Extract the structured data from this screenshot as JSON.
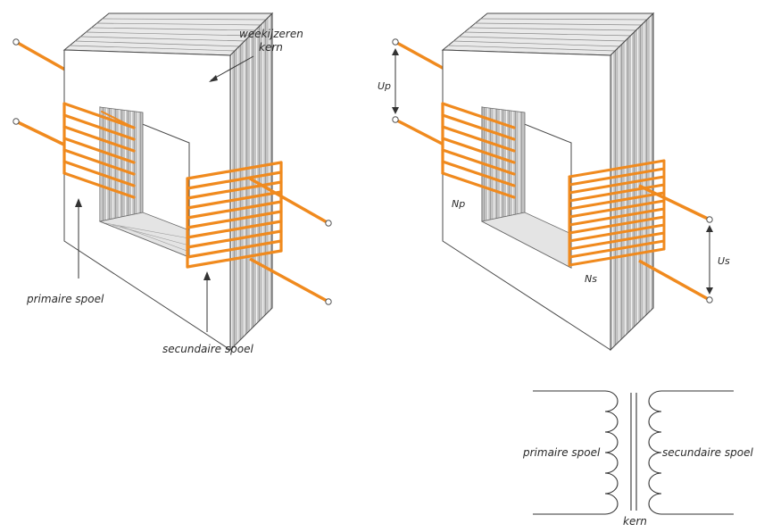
{
  "left_diagram": {
    "core_label_line1": "weekijzeren",
    "core_label_line2": "kern",
    "primary_label": "primaire spoel",
    "secondary_label": "secundaire spoel"
  },
  "right_diagram": {
    "up_label": "Up",
    "np_label": "Np",
    "ns_label": "Ns",
    "us_label": "Us"
  },
  "symbol_diagram": {
    "primary_label": "primaire spoel",
    "secondary_label": "secundaire spoel",
    "core_label": "kern"
  },
  "colors": {
    "coil": "#f08a1e",
    "core_front": "#ffffff",
    "core_face": "#efefef",
    "core_side": "#b8b8b8",
    "outline": "#4a4a4a"
  }
}
